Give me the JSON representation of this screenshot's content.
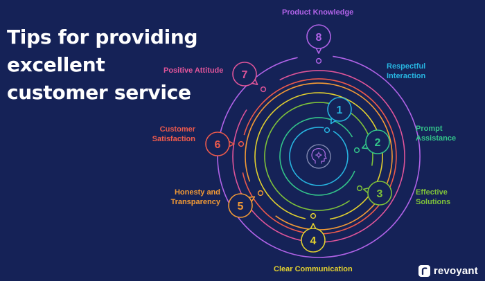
{
  "title_lines": [
    "Tips for providing",
    "excellent",
    "customer service"
  ],
  "brand": {
    "name": "revoyant",
    "mark": "r-logo-icon"
  },
  "center_icon": "head-gear-icon",
  "tips": [
    {
      "number": "1",
      "lines": [
        "Respectful",
        "Interaction"
      ],
      "color": "#27b4e0"
    },
    {
      "number": "2",
      "lines": [
        "Prompt",
        "Assistance"
      ],
      "color": "#33c48a"
    },
    {
      "number": "3",
      "lines": [
        "Effective",
        "Solutions"
      ],
      "color": "#7fc23a"
    },
    {
      "number": "4",
      "lines": [
        "Clear Communication"
      ],
      "color": "#e2d02f"
    },
    {
      "number": "5",
      "lines": [
        "Honesty and",
        "Transparency"
      ],
      "color": "#f39a35"
    },
    {
      "number": "6",
      "lines": [
        "Customer",
        "Satisfaction"
      ],
      "color": "#ee5a4c"
    },
    {
      "number": "7",
      "lines": [
        "Positive Attitude"
      ],
      "color": "#e0559a"
    },
    {
      "number": "8",
      "lines": [
        "Product Knowledge"
      ],
      "color": "#b163e8"
    }
  ]
}
